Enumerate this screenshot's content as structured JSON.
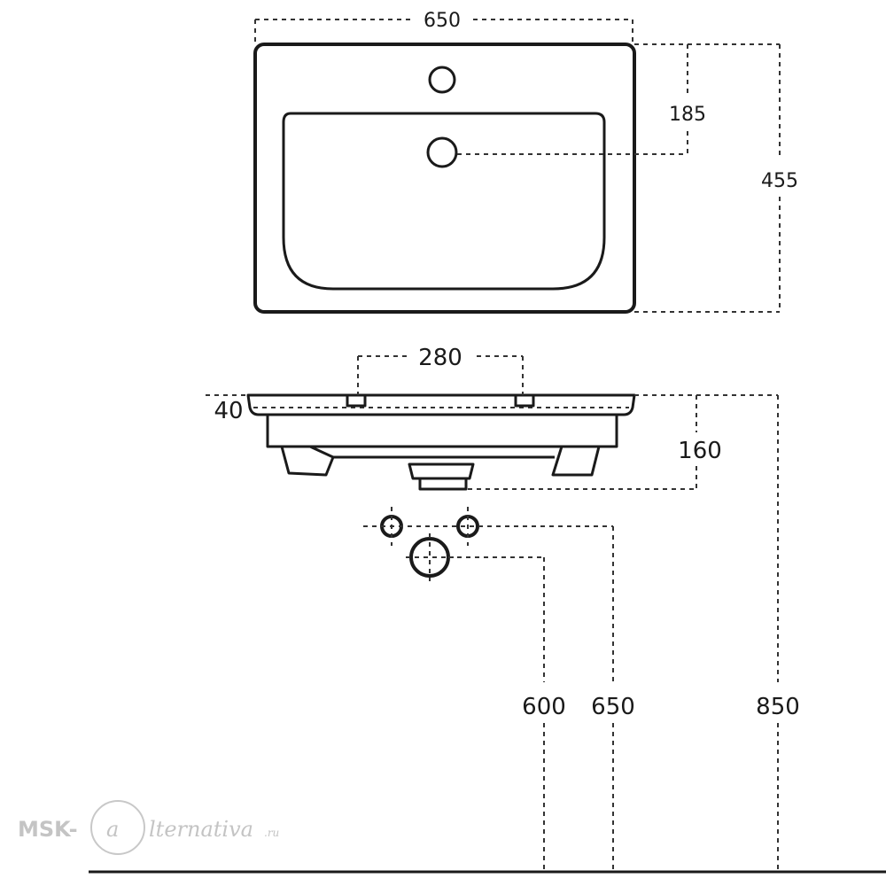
{
  "dimensions": {
    "top_width": "650",
    "tap_to_drain_depth": "185",
    "top_depth": "455",
    "tap_spacing": "280",
    "slab_thickness": "40",
    "basin_height": "160",
    "drain_height": "600",
    "supply_height": "650",
    "total_height": "850"
  },
  "watermark": {
    "prefix": "MSK-",
    "suffix": "lternativa",
    "tld": ".ru"
  }
}
